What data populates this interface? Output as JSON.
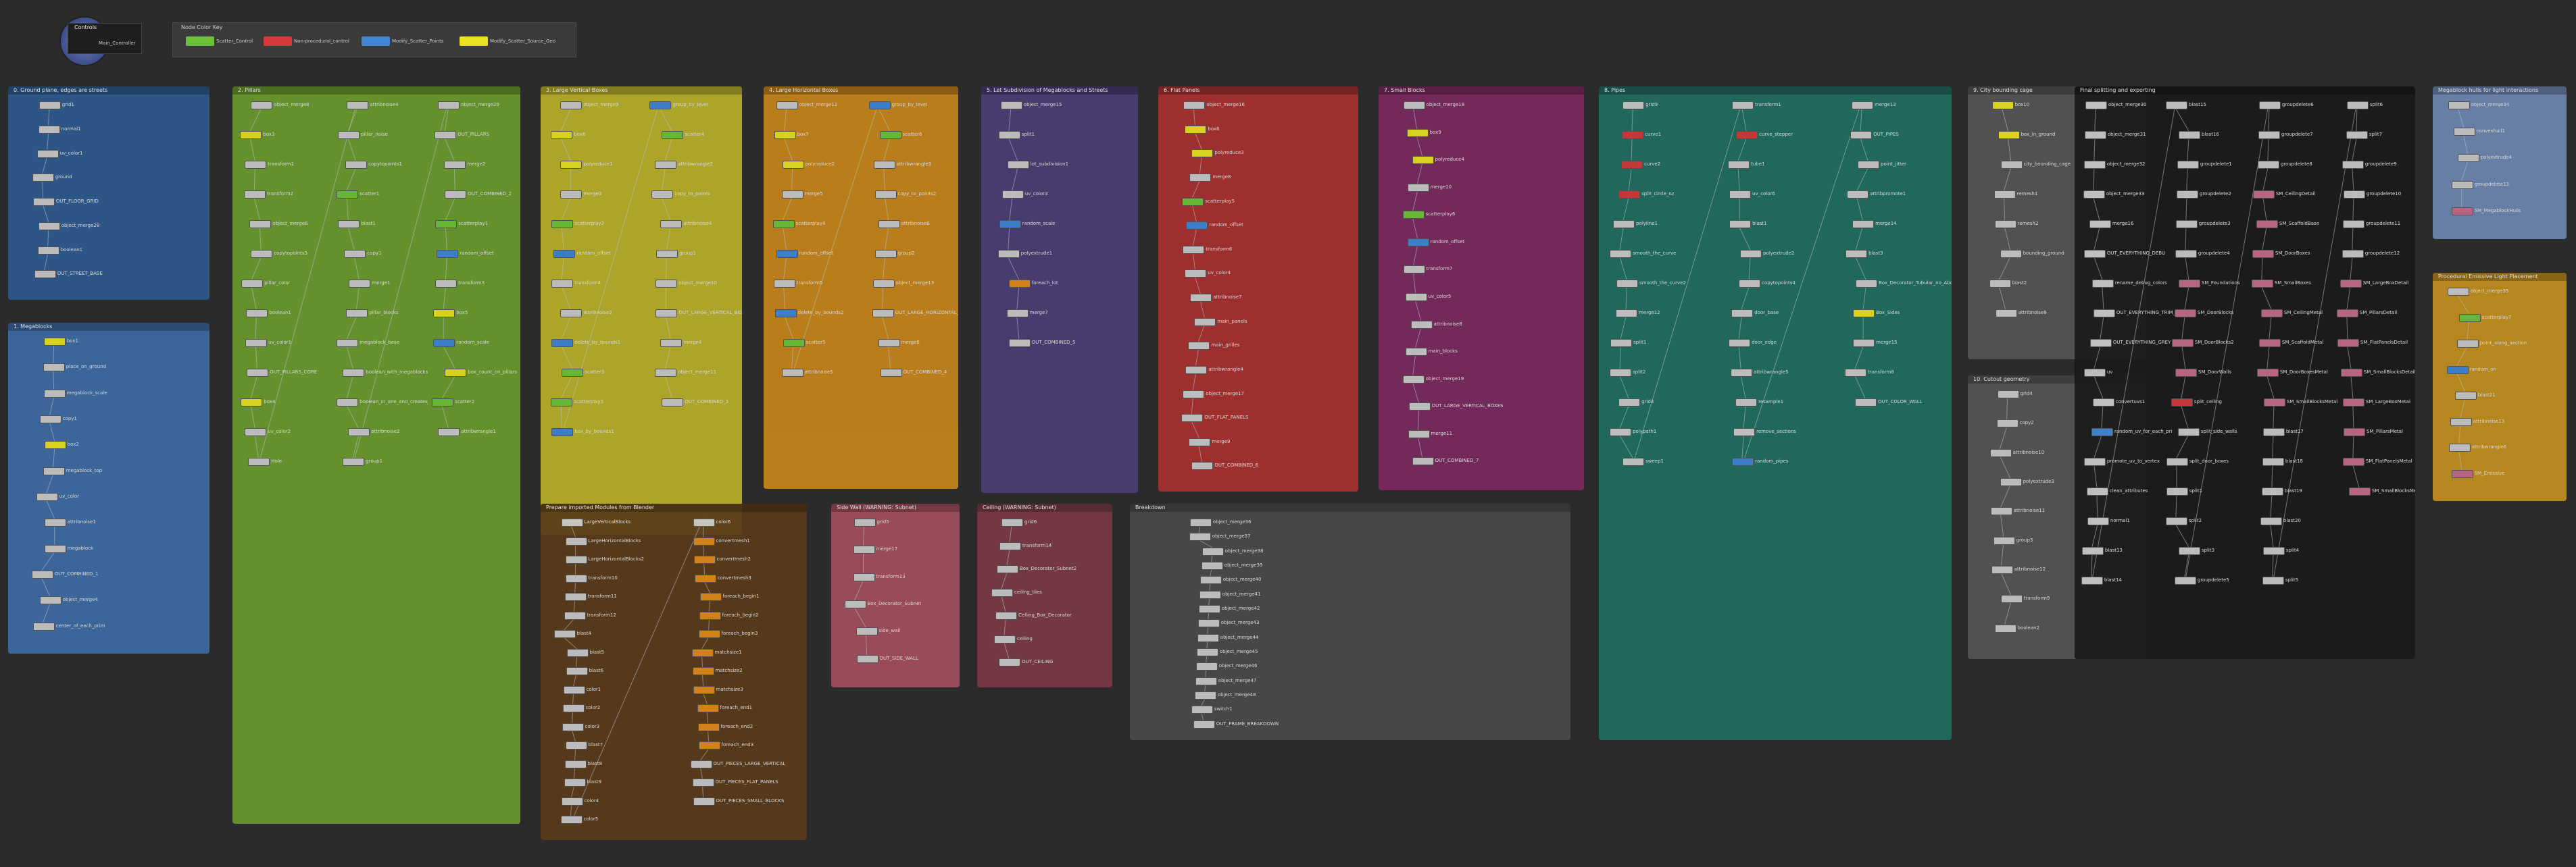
{
  "controller": {
    "title": "Controls",
    "label": "Main_Controller"
  },
  "node_key": {
    "title": "Node Color Key",
    "items": [
      {
        "label": "Scatter_Control",
        "color": "#6bc23a"
      },
      {
        "label": "Non-procedural_control",
        "color": "#d43a3a"
      },
      {
        "label": "Modify_Scatter_Points",
        "color": "#3f86d6"
      },
      {
        "label": "Modify_Scatter_Source_Geo",
        "color": "#e8e021"
      }
    ]
  },
  "boxes": [
    {
      "title": "0. Ground plane, edges are streets",
      "color": "#2e5a8f",
      "nodes": [
        "grid1",
        "normal1",
        "uv_color1",
        "ground",
        "OUT_FLOOR_GRID",
        "object_merge28",
        "boolean1",
        "OUT_STREET_BASE"
      ]
    },
    {
      "title": "1. Megablocks",
      "color": "#3e6aa3",
      "nodes": [
        "box1",
        "place_on_ground",
        "megablock_scale",
        "copy1",
        "box2",
        "megablock_top",
        "uv_color",
        "attribnoise1",
        "megablock",
        "OUT_COMBINED_1",
        "object_merge4",
        "center_of_each_prim"
      ]
    },
    {
      "title": "2. Pillars",
      "color": "#6a9a2e",
      "nodes": [
        "object_merge8",
        "box3",
        "transform1",
        "transform2",
        "object_merge6",
        "copytopoints3",
        "pillar_color",
        "boolean1",
        "uv_color1",
        "OUT_PILLARS_CORE",
        "box4",
        "uv_color2",
        "Hole",
        "attribnoise4",
        "pillar_noise",
        "copytopoints1",
        "scatter1",
        "blast1",
        "copy1",
        "merge1",
        "pillar_blocks",
        "megablock_base",
        "boolean_with_megablocks",
        "boolean_in_one_and_creates_box_reach_gaps",
        "attribnoise2",
        "group1",
        "object_merge29",
        "OUT_PILLARS",
        "merge2",
        "OUT_COMBINED_2",
        "scatterplay1",
        "random_offset",
        "transform3",
        "box5",
        "random_scale",
        "box_count_on_pillars",
        "scatter2",
        "attribwrangle1"
      ]
    },
    {
      "title": "3. Large Vertical Boxes",
      "color": "#b8b02a",
      "nodes": [
        "object_merge9",
        "box6",
        "polyreduce1",
        "merge3",
        "scatterplay2",
        "random_offset",
        "transform4",
        "attribnoise3",
        "delete_by_bounds1",
        "scatter3",
        "scatterplay3",
        "box_by_bounds1",
        "group_by_level",
        "scatter4",
        "attribwrangle2",
        "copy_to_points",
        "attribnoise4",
        "group1",
        "object_merge10",
        "OUT_LARGE_VERTICAL_BOXES",
        "merge4",
        "object_merge11",
        "OUT_COMBINED_3"
      ]
    },
    {
      "title": "4. Large Horizontal Boxes",
      "color": "#c7851a",
      "nodes": [
        "object_merge12",
        "box7",
        "polyreduce2",
        "merge5",
        "scatterplay4",
        "random_offset",
        "transform5",
        "delete_by_bounds2",
        "scatter5",
        "attribnoise5",
        "group_by_level",
        "scatter6",
        "attribwrangle3",
        "copy_to_points2",
        "attribnoise6",
        "group2",
        "object_merge13",
        "OUT_LARGE_HORIZONTAL_BOXES",
        "merge6",
        "OUT_COMBINED_4"
      ]
    },
    {
      "title": "5. Let Subdivision of Megablocks and Streets",
      "color": "#4b3d74",
      "nodes": [
        "object_merge15",
        "split1",
        "lot_subdivision1",
        "uv_color3",
        "random_scale",
        "polyextrude1",
        "foreach_lot",
        "merge7",
        "OUT_COMBINED_5"
      ]
    },
    {
      "title": "6. Flat Panels",
      "color": "#a83030",
      "nodes": [
        "object_merge16",
        "box8",
        "polyreduce3",
        "merge8",
        "scatterplay5",
        "random_offset",
        "transform6",
        "uv_color4",
        "attribnoise7",
        "main_panels",
        "main_grilles",
        "attribwrangle4",
        "object_merge17",
        "OUT_FLAT_PANELS",
        "merge9",
        "OUT_COMBINED_6"
      ]
    },
    {
      "title": "7. Small Blocks",
      "color": "#7a2a5e",
      "nodes": [
        "object_merge18",
        "box9",
        "polyreduce4",
        "merge10",
        "scatterplay6",
        "random_offset",
        "transform7",
        "uv_color5",
        "attribnoise8",
        "main_blocks",
        "object_merge19",
        "OUT_LARGE_VERTICAL_BOXES",
        "merge11",
        "OUT_COMBINED_7"
      ]
    },
    {
      "title": "8. Pipes",
      "color": "#1f6e60",
      "nodes": [
        "grid9",
        "curve1",
        "curve2",
        "split_circle_oz",
        "polyline1",
        "smooth_the_curve",
        "smooth_the_curve2",
        "merge12",
        "split1",
        "split2",
        "grid3",
        "polypath1",
        "sweep1",
        "transform1",
        "curve_stepper",
        "tube1",
        "uv_color6",
        "blast1",
        "polyextrude2",
        "copytopoints4",
        "door_base",
        "door_edge",
        "attribwrangle5",
        "resample1",
        "remove_sections",
        "random_pipes",
        "merge13",
        "OUT_PIPES",
        "point_jitter",
        "attribpromote1",
        "merge14",
        "blast3",
        "Box_Decorator_Tubular_no_Above_Colored_Networks",
        "Box_Sides",
        "merge15",
        "transform8",
        "OUT_COLOR_WALL"
      ]
    },
    {
      "title": "9. City bounding cage",
      "color": "#555555",
      "nodes": [
        "box10",
        "box_in_ground",
        "city_bounding_cage",
        "remesh1",
        "remesh2",
        "bounding_ground",
        "blast2",
        "attribnoise9"
      ]
    },
    {
      "title": "10. Cutout geometry",
      "color": "#555555",
      "nodes": [
        "grid4",
        "copy2",
        "attribnoise10",
        "polyextrude3",
        "attribnoise11",
        "group3",
        "attribnoise12",
        "transform9",
        "boolean2"
      ]
    },
    {
      "title": "Final splitting and exporting",
      "color": "#1a1a1a",
      "nodes": [
        "object_merge30",
        "object_merge31",
        "object_merge32",
        "object_merge33",
        "merge16",
        "OUT_EVERYTHING_DEBUG_COLORS",
        "rename_debug_colors",
        "OUT_EVERYTHING_TRIM_SHEET",
        "OUT_EVERYTHING_GREY",
        "uv",
        "convertuvs1",
        "random_uv_for_each_prim",
        "promote_uv_to_vertex",
        "clean_attributes",
        "normal1",
        "blast13",
        "blast14",
        "blast15",
        "blast16",
        "groupdelete1",
        "groupdelete2",
        "groupdelete3",
        "groupdelete4",
        "SM_Foundations",
        "SM_DoorBlocks",
        "SM_DoorBlocks2",
        "SM_DoorWalls",
        "split_ceiling",
        "split_side_walls",
        "split_door_boxes",
        "split1",
        "split2",
        "split3",
        "groupdelete5",
        "groupdelete6",
        "groupdelete7",
        "groupdelete8",
        "SM_CeilingDetail",
        "SM_ScaffoldBase",
        "SM_DoorBoxes",
        "SM_SmallBoxes",
        "SM_CeilingMetal",
        "SM_ScaffoldMetal",
        "SM_DoorBoxesMetal",
        "SM_SmallBlocksMetal",
        "blast17",
        "blast18",
        "blast19",
        "blast20",
        "split4",
        "split5",
        "split6",
        "split7",
        "groupdelete9",
        "groupdelete10",
        "groupdelete11",
        "groupdelete12",
        "SM_LargeBoxDetail",
        "SM_PillarsDetail",
        "SM_FlatPanelsDetail",
        "SM_SmallBlocksDetail",
        "SM_LargeBoxMetal",
        "SM_PillarsMetal",
        "SM_FlatPanelsMetal",
        "SM_SmallBlocksMetal"
      ]
    },
    {
      "title": "Megablock hulls for light interactions",
      "color": "#6d87b0",
      "nodes": [
        "object_merge34",
        "convexhull1",
        "polyextrude4",
        "groupdelete13",
        "SM_MegablockHulls"
      ]
    },
    {
      "title": "Procedural Emissive Light Placement",
      "color": "#c28e1f",
      "nodes": [
        "object_merge35",
        "scatterplay7",
        "point_along_section",
        "random_on",
        "blast21",
        "attribnoise13",
        "attribwrangle6",
        "SM_Emissive"
      ]
    },
    {
      "title": "Prepare imported Modules from Blender",
      "color": "#5a3a1a",
      "nodes": [
        "LargeVerticalBlocks",
        "LargeHorizontalBlocks",
        "LargeHorizontalBlocks2",
        "transform10",
        "transform11",
        "transform12",
        "blast4",
        "blast5",
        "blast6",
        "color1",
        "color2",
        "color3",
        "blast7",
        "blast8",
        "blast9",
        "color4",
        "color5",
        "color6",
        "convertmesh1",
        "convertmesh2",
        "convertmesh3",
        "foreach_begin1",
        "foreach_begin2",
        "foreach_begin3",
        "matchsize1",
        "matchsize2",
        "matchsize3",
        "foreach_end1",
        "foreach_end2",
        "foreach_end3",
        "OUT_PIECES_LARGE_VERTICAL",
        "OUT_PIECES_FLAT_PANELS",
        "OUT_PIECES_SMALL_BLOCKS"
      ]
    },
    {
      "title": "Side Wall (WARNING: Subnet)",
      "color": "#a34e5e",
      "nodes": [
        "grid5",
        "merge17",
        "transform13",
        "Box_Decorator_Subnet",
        "side_wall",
        "OUT_SIDE_WALL"
      ]
    },
    {
      "title": "Ceiling (WARNING: Subnet)",
      "color": "#7a3a46",
      "nodes": [
        "grid6",
        "transform14",
        "Box_Decorator_Subnet2",
        "ceiling_tiles",
        "Ceiling_Box_Decorator",
        "ceiling",
        "OUT_CEILING"
      ]
    },
    {
      "title": "Breakdown",
      "color": "#4a4a4a",
      "nodes": [
        "object_merge36",
        "object_merge37",
        "object_merge38",
        "object_merge39",
        "object_merge40",
        "object_merge41",
        "object_merge42",
        "object_merge43",
        "object_merge44",
        "object_merge45",
        "object_merge46",
        "object_merge47",
        "object_merge48",
        "switch1",
        "OUT_FRAME_BREAKDOWN"
      ]
    }
  ]
}
